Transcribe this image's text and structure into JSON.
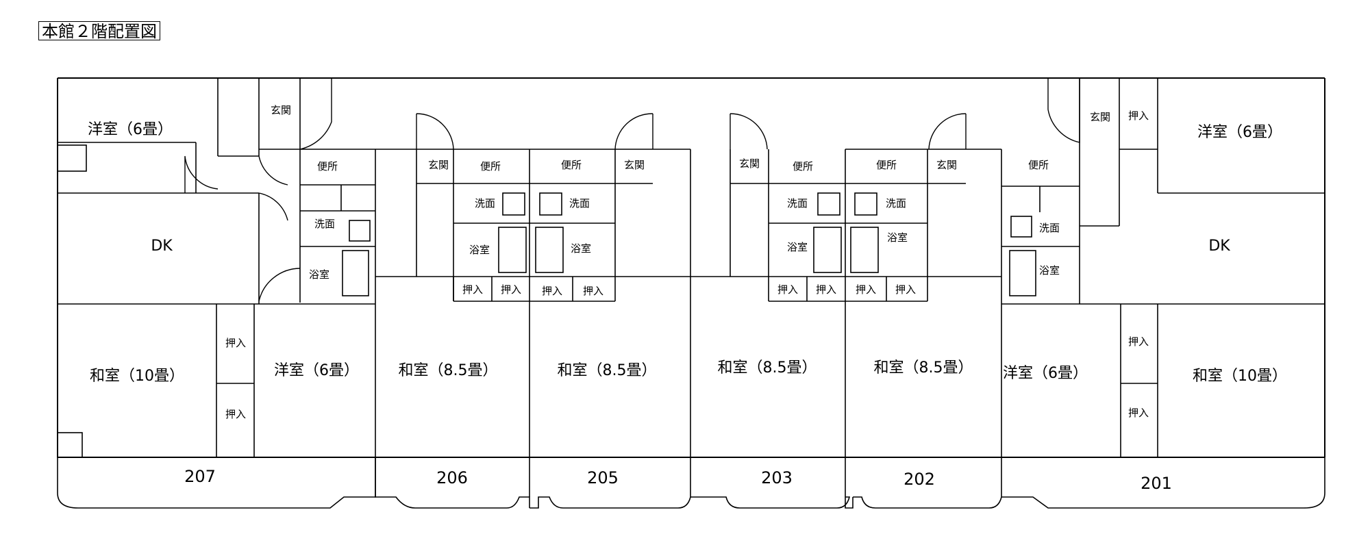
{
  "title": "本館２階配置図",
  "labels": {
    "youshitsu6": "洋室（6畳）",
    "washitsu10": "和室（10畳）",
    "washitsu85": "和室（8.5畳）",
    "dk": "DK",
    "genkan": "玄関",
    "benjo": "便所",
    "senmen": "洗面",
    "yokushitsu": "浴室",
    "oshiire": "押入"
  },
  "units": [
    "207",
    "206",
    "205",
    "203",
    "202",
    "201"
  ]
}
